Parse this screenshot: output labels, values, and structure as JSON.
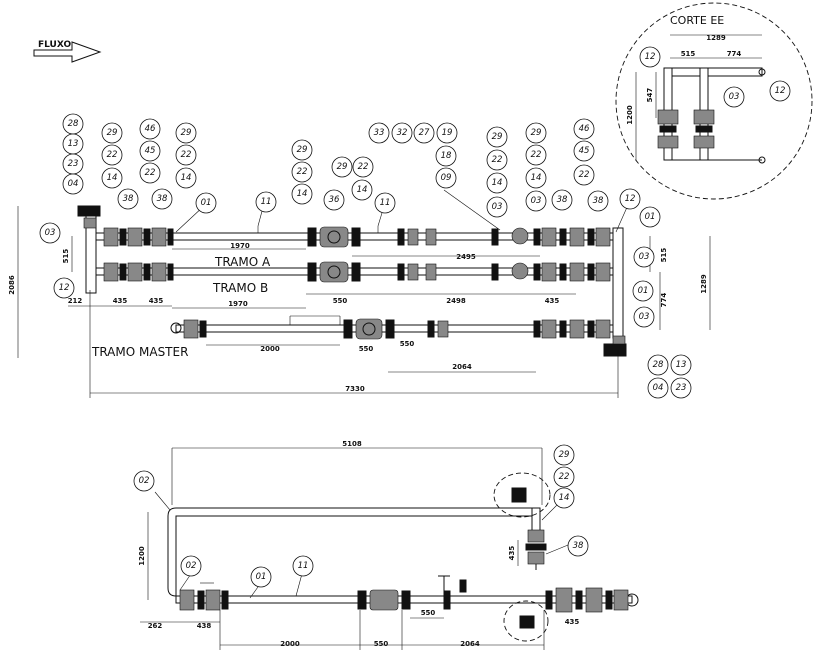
{
  "flow_label": "FLUXO",
  "section_title": "CORTE  EE",
  "branches": {
    "a": "TRAMO  A",
    "b": "TRAMO  B",
    "master": "TRAMO  MASTER"
  },
  "dimensions": {
    "corte_total": "1289",
    "corte_left": "515",
    "corte_right": "774",
    "corte_v1": "547",
    "corte_v2": "1200",
    "left_515": "515",
    "total_height": "2086",
    "left_212": "212",
    "b_435a": "435",
    "b_435b": "435",
    "a_1970": "1970",
    "b_1970": "1970",
    "a_2495": "2495",
    "b_550": "550",
    "b_2498": "2498",
    "b_435c": "435",
    "right_515": "515",
    "right_1289": "1289",
    "right_774": "774",
    "m_2000": "2000",
    "m_550a": "550",
    "m_550b": "550",
    "m_2064": "2064",
    "total_7330": "7330",
    "e_5108": "5108",
    "e_1200": "1200",
    "e_435v": "435",
    "e_262": "262",
    "e_438": "438",
    "e_2000": "2000",
    "e_550a": "550",
    "e_550b": "550",
    "e_2064": "2064",
    "e_435r": "435"
  },
  "callouts": {
    "c_28a": "28",
    "c_13a": "13",
    "c_23a": "23",
    "c_04a": "04",
    "c_03l": "03",
    "c_12l": "12",
    "c_29a": "29",
    "c_22a": "22",
    "c_14a": "14",
    "c_38a": "38",
    "c_46a": "46",
    "c_45a": "45",
    "c_22b": "22",
    "c_29b": "29",
    "c_22c": "22",
    "c_14b": "14",
    "c_38b": "38",
    "c_01a": "01",
    "c_11a": "11",
    "c_29c": "29",
    "c_22d": "22",
    "c_14c": "14",
    "c_36": "36",
    "c_29d": "29",
    "c_22e": "22",
    "c_14d": "14",
    "c_11b": "11",
    "c_33": "33",
    "c_32": "32",
    "c_27": "27",
    "c_19": "19",
    "c_18": "18",
    "c_09": "09",
    "c_29e": "29",
    "c_22f": "22",
    "c_14e": "14",
    "c_03a": "03",
    "c_29f": "29",
    "c_22g": "22",
    "c_14f": "14",
    "c_03b": "03",
    "c_38c": "38",
    "c_46b": "46",
    "c_45b": "45",
    "c_22h": "22",
    "c_38d": "38",
    "c_12r": "12",
    "c_01r": "01",
    "c_03r1": "03",
    "c_01r2": "01",
    "c_03r2": "03",
    "c_28b": "28",
    "c_13b": "13",
    "c_04b": "04",
    "c_23b": "23",
    "c_12ee1": "12",
    "c_03ee": "03",
    "c_12ee2": "12",
    "c_02a": "02",
    "c_02b": "02",
    "c_01e": "01",
    "c_11e": "11",
    "c_29e2": "29",
    "c_22e2": "22",
    "c_14e2": "14",
    "c_38e": "38"
  }
}
